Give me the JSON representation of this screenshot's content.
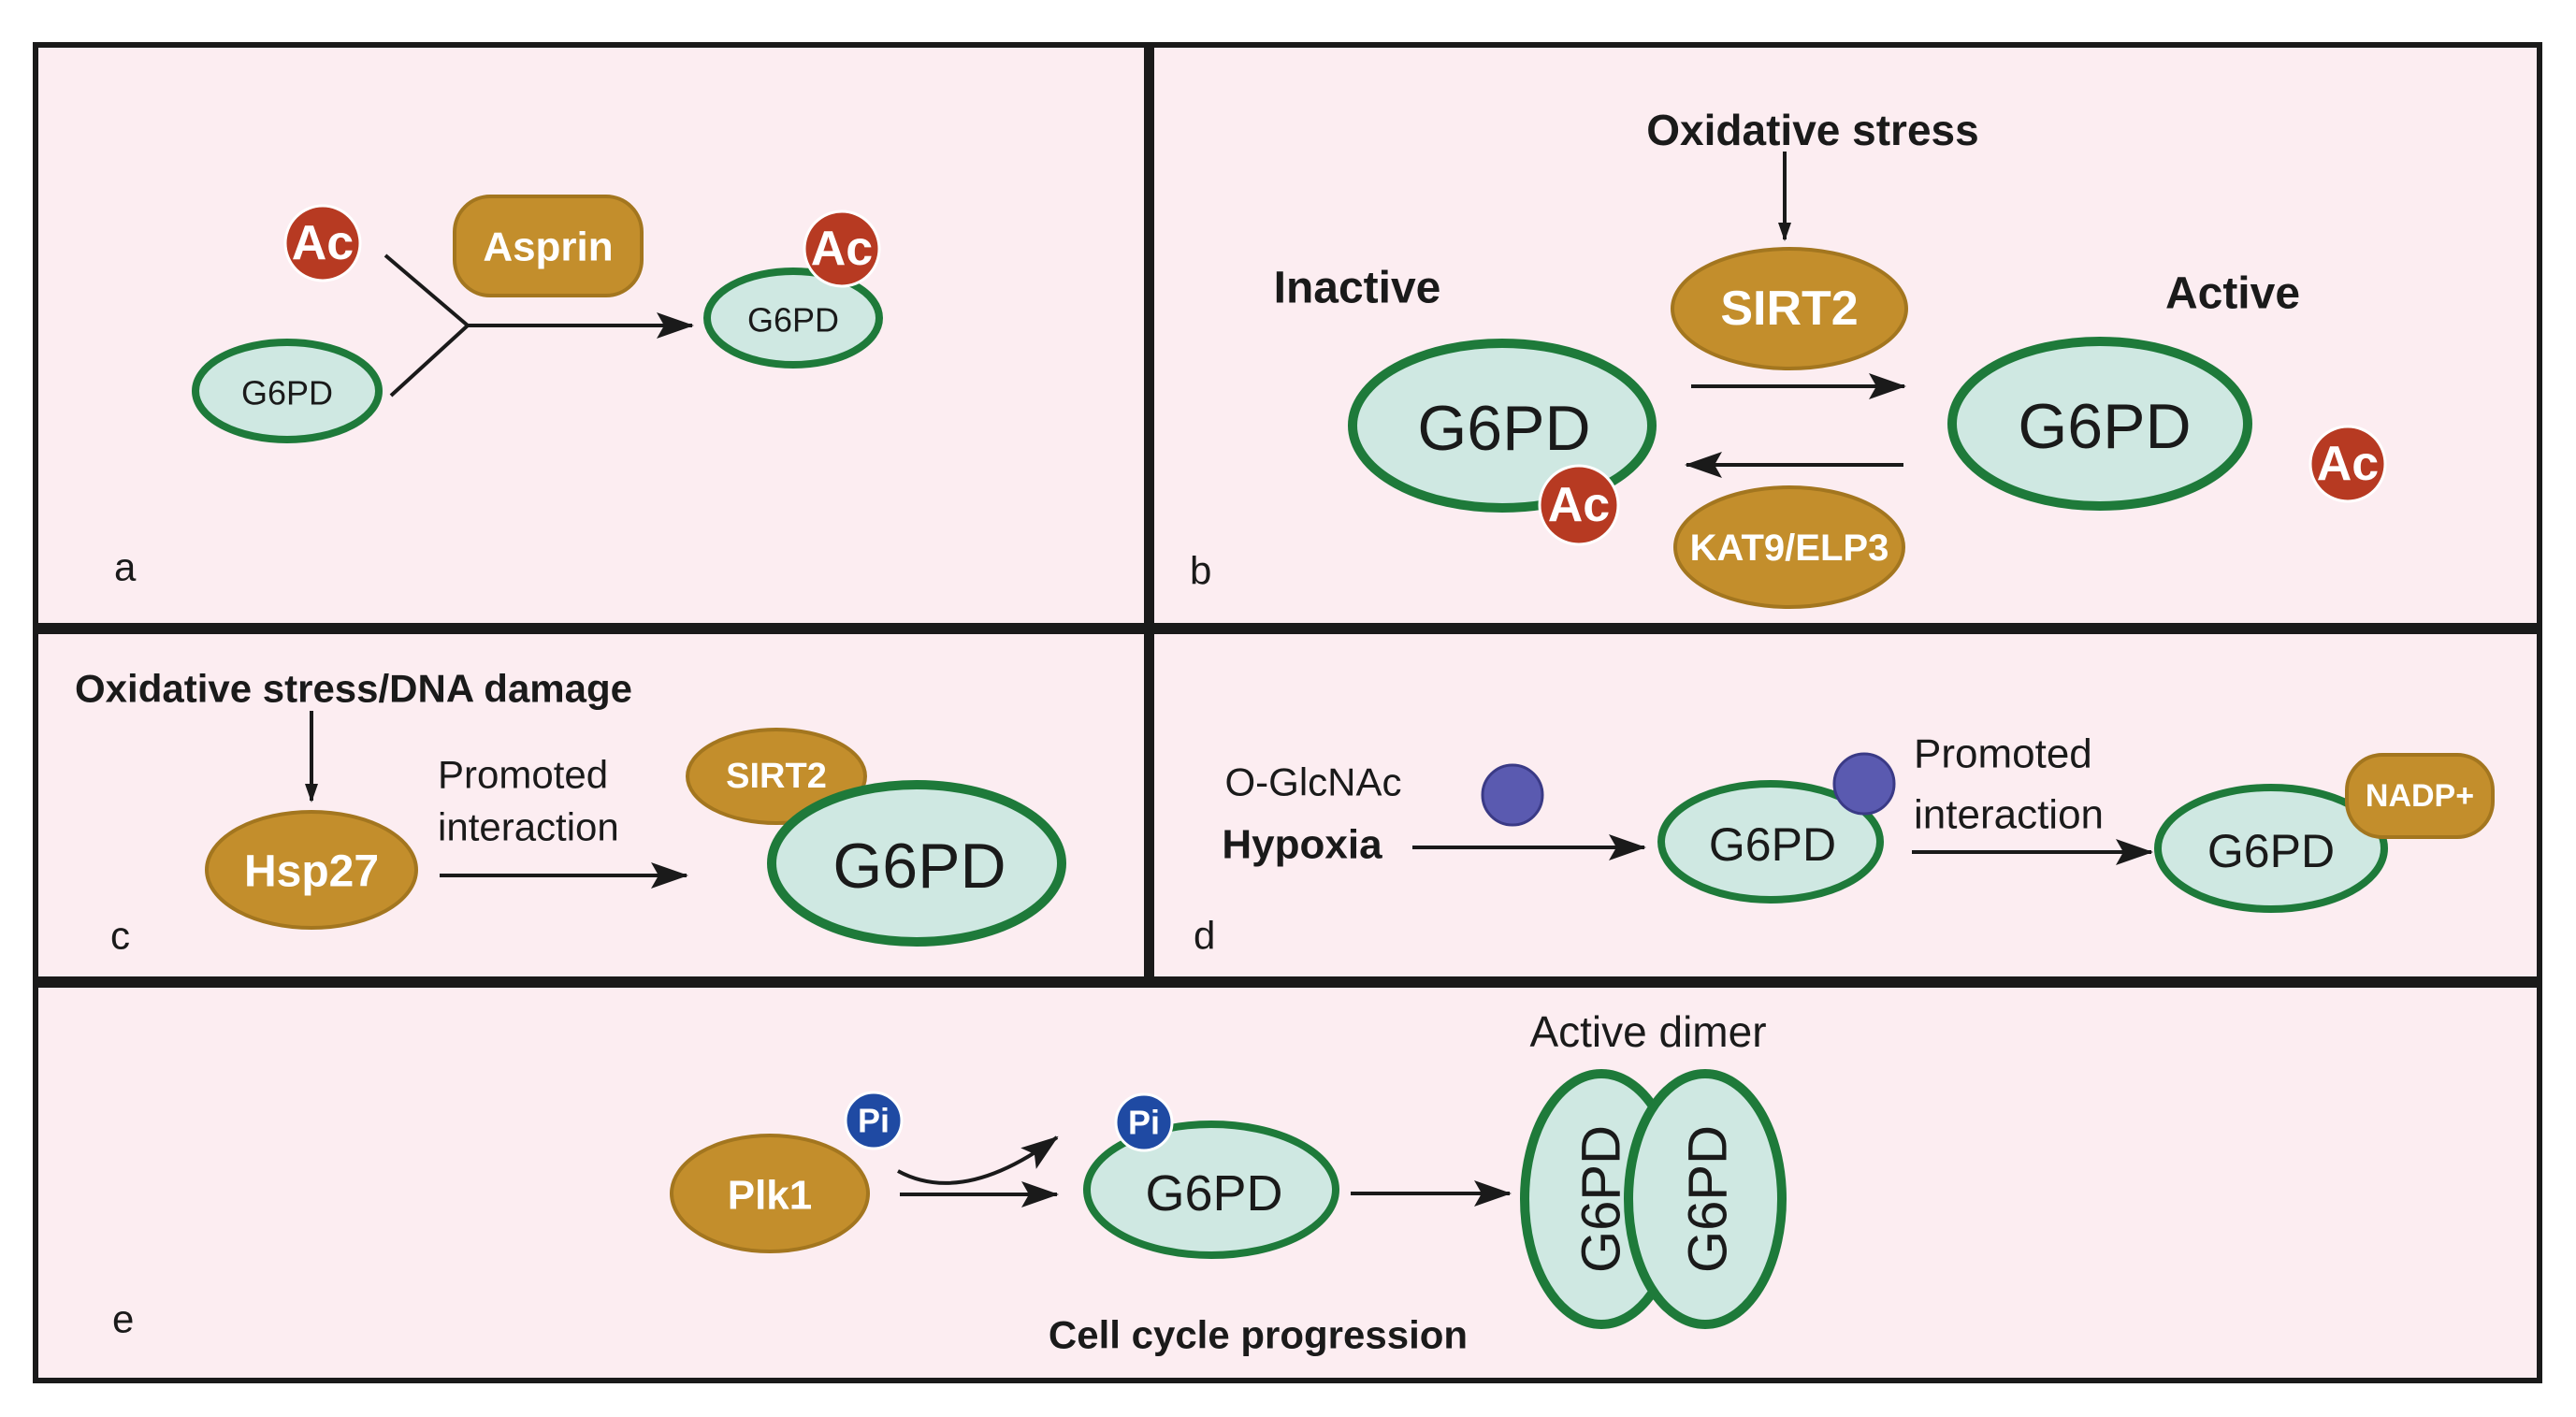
{
  "colors": {
    "panel_fill": "#fcedf1",
    "border": "#1a1a1a",
    "g6pd_fill": "#cfe8e2",
    "g6pd_stroke": "#1e7a3a",
    "enzyme_fill": "#c38e2c",
    "enzyme_stroke": "#a3761f",
    "ac_fill": "#b73a22",
    "pi_fill": "#1f4aa3",
    "glcnac_fill": "#5a5ab0"
  },
  "icons": {
    "acetyl": "ac-badge-icon",
    "phosphate": "pi-badge-icon",
    "glcnac": "o-glcnac-dot-icon",
    "arrow": "arrow-icon"
  },
  "panels": {
    "a": {
      "letter": "a",
      "ac_left": "Ac",
      "enzyme": "Asprin",
      "ac_right": "Ac",
      "g6pd_left": "G6PD",
      "g6pd_right": "G6PD"
    },
    "b": {
      "letter": "b",
      "stimulus": "Oxidative stress",
      "inactive_label": "Inactive",
      "active_label": "Active",
      "enzyme_forward": "SIRT2",
      "enzyme_reverse": "KAT9/ELP3",
      "g6pd_inactive": "G6PD",
      "g6pd_active": "G6PD",
      "ac_bound": "Ac",
      "ac_free": "Ac"
    },
    "c": {
      "letter": "c",
      "stimulus": "Oxidative stress/DNA damage",
      "chaperone": "Hsp27",
      "arrow_label_line1": "Promoted",
      "arrow_label_line2": "interaction",
      "partner": "SIRT2",
      "g6pd": "G6PD"
    },
    "d": {
      "letter": "d",
      "modification": "O-GlcNAc",
      "stimulus": "Hypoxia",
      "g6pd_modified": "G6PD",
      "arrow_label_line1": "Promoted",
      "arrow_label_line2": "interaction",
      "g6pd_bound": "G6PD",
      "cofactor": "NADP+"
    },
    "e": {
      "letter": "e",
      "kinase": "Plk1",
      "pi_free": "Pi",
      "pi_bound": "Pi",
      "g6pd": "G6PD",
      "dimer_title": "Active dimer",
      "dimer_left": "G6PD",
      "dimer_right": "G6PD",
      "caption": "Cell cycle progression"
    }
  }
}
